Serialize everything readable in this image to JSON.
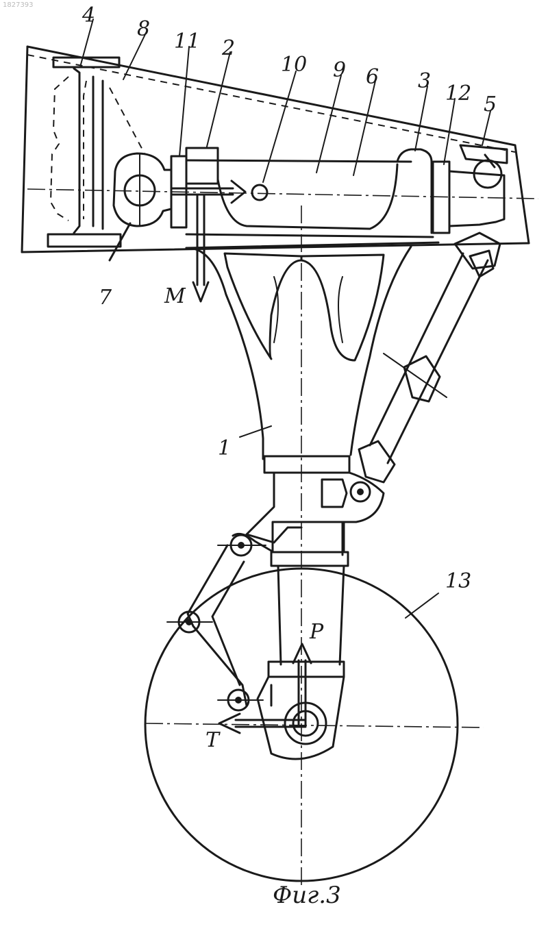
{
  "watermark": "1827393",
  "labels": {
    "l1": "1",
    "l2": "2",
    "l3": "3",
    "l4": "4",
    "l5": "5",
    "l6": "6",
    "l7": "7",
    "l8": "8",
    "l9": "9",
    "l10": "10",
    "l11": "11",
    "l12": "12",
    "l13": "13"
  },
  "forces": {
    "m": "M",
    "p": "P",
    "t": "T"
  },
  "caption": "Фиг.3"
}
